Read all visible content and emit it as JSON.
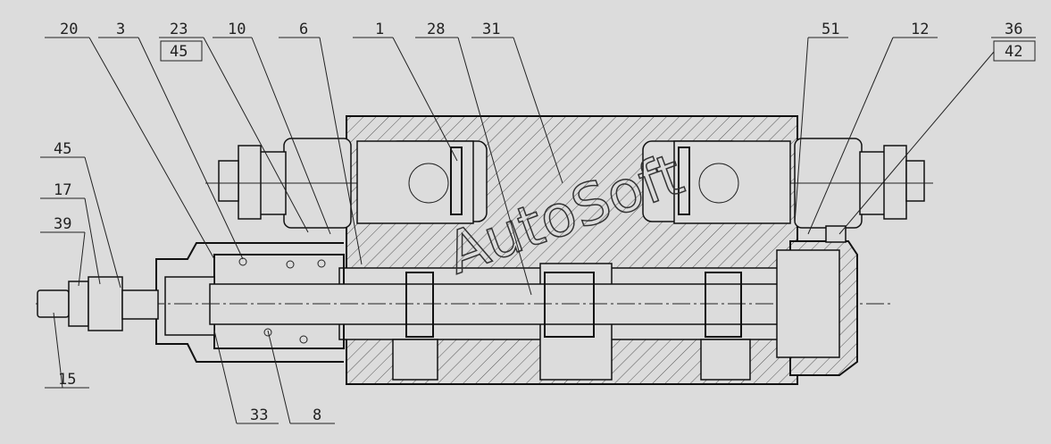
{
  "watermark": "AutoSoft",
  "top_labels": [
    {
      "id": "20",
      "text": "20"
    },
    {
      "id": "3",
      "text": "3"
    },
    {
      "id": "23",
      "text": "23"
    },
    {
      "id": "45a",
      "text": "45"
    },
    {
      "id": "10",
      "text": "10"
    },
    {
      "id": "6",
      "text": "6"
    },
    {
      "id": "1",
      "text": "1"
    },
    {
      "id": "28",
      "text": "28"
    },
    {
      "id": "31",
      "text": "31"
    },
    {
      "id": "51",
      "text": "51"
    },
    {
      "id": "12",
      "text": "12"
    },
    {
      "id": "36",
      "text": "36"
    },
    {
      "id": "42",
      "text": "42"
    }
  ],
  "left_labels": [
    {
      "id": "45b",
      "text": "45"
    },
    {
      "id": "17",
      "text": "17"
    },
    {
      "id": "39",
      "text": "39"
    },
    {
      "id": "15",
      "text": "15"
    }
  ],
  "bottom_labels": [
    {
      "id": "33",
      "text": "33"
    },
    {
      "id": "8",
      "text": "8"
    }
  ]
}
